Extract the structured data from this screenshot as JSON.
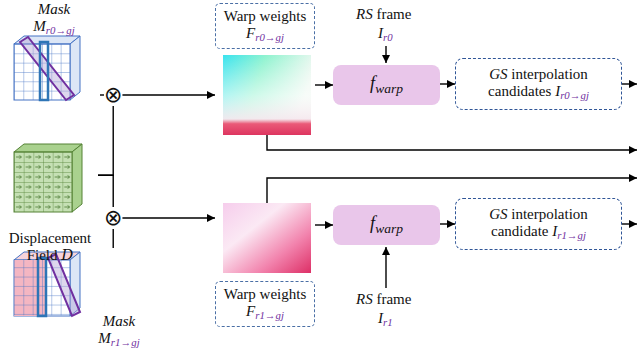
{
  "diagram": {
    "nodes": [
      {
        "text": [
          "Mask",
          "Mr0→gj"
        ]
      },
      {
        "text": [
          "Displacement Field D"
        ]
      },
      {
        "text": [
          "Mask",
          "Mr1→gj"
        ]
      },
      {
        "text": [
          "⊗"
        ]
      },
      {
        "text": [
          "⊗"
        ]
      },
      {
        "text": [
          "Warp weights",
          "Fr0→gj"
        ]
      },
      {
        "text": [
          "fwarp"
        ]
      },
      {
        "text": [
          "GS interpolation candidates Ir0→gj"
        ]
      },
      {
        "text": [
          "Warp weights",
          "Fr1→gj"
        ]
      },
      {
        "text": [
          "fwarp"
        ]
      },
      {
        "text": [
          "GS interpolation candidate Ir1→gj"
        ]
      }
    ],
    "edges": [
      {
        "from": 0,
        "to": 3,
        "arrow": "none"
      },
      {
        "from": 1,
        "to": 3,
        "arrow": "none"
      },
      {
        "from": 1,
        "to": 4,
        "arrow": "none"
      },
      {
        "from": 2,
        "to": 4,
        "arrow": "none"
      },
      {
        "from": 3,
        "to": 5,
        "arrow": "to"
      },
      {
        "from": 5,
        "to": 6,
        "arrow": "to"
      },
      {
        "from": 6,
        "to": 7,
        "arrow": "to"
      },
      {
        "from": 4,
        "to": 8,
        "arrow": "to"
      },
      {
        "from": 8,
        "to": 9,
        "arrow": "to"
      },
      {
        "from": 9,
        "to": 10,
        "arrow": "to"
      }
    ],
    "labels": [
      "RS frame",
      "Ir0",
      "RS frame",
      "Ir1"
    ]
  }
}
